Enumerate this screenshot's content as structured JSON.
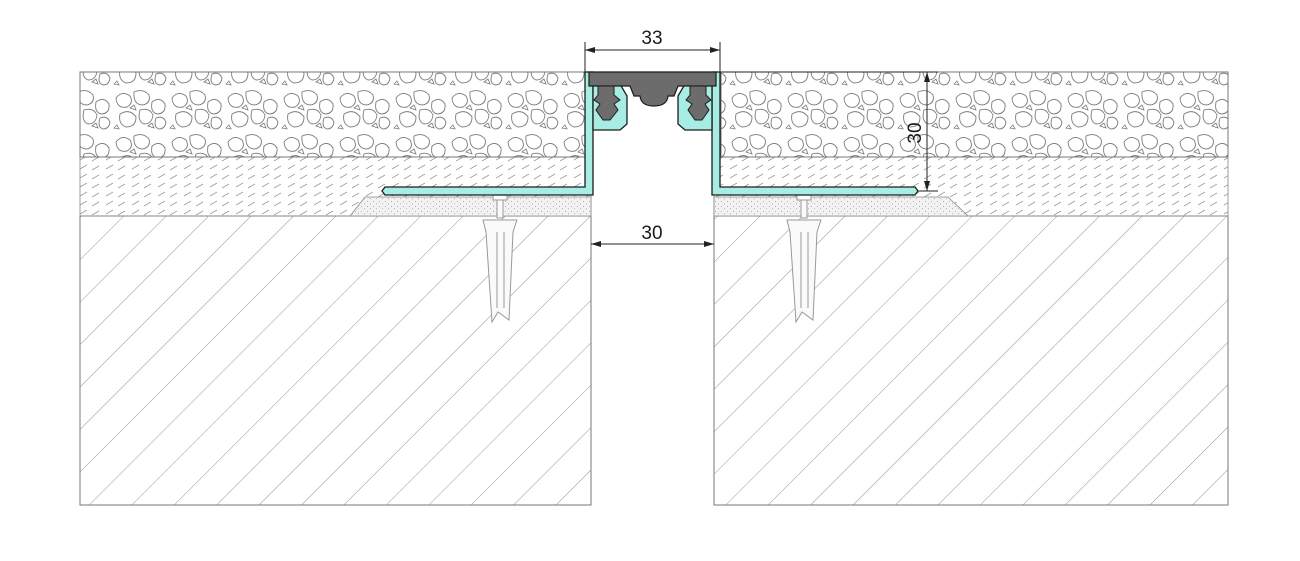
{
  "dimensions": {
    "top_width": "33",
    "gap_width": "30",
    "height": "30"
  },
  "colors": {
    "profile_aluminium": "#a8ede3",
    "profile_outline": "#1c1c1c",
    "rubber_insert": "#6c6c6c",
    "line": "#555555",
    "dim_line": "#222222",
    "fill_light": "#f4f4f4"
  }
}
